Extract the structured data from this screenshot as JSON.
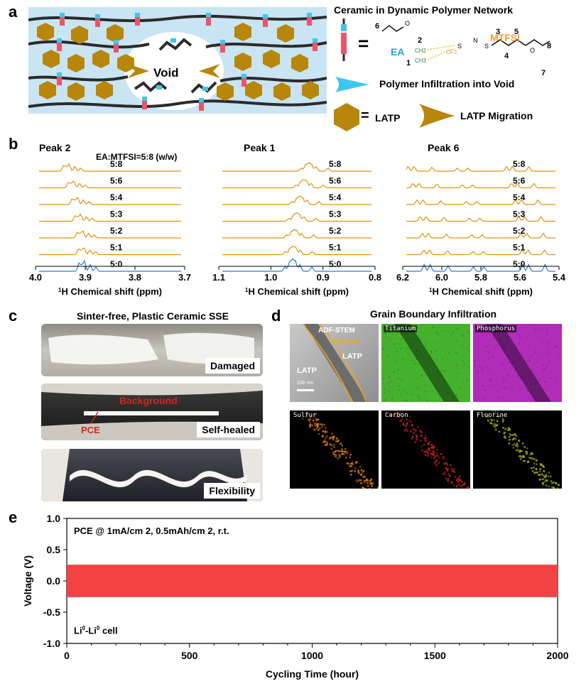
{
  "panels": {
    "a": {
      "label": "a",
      "void": "Void",
      "title": "Ceramic in Dynamic Polymer Network",
      "eq": "=",
      "ea": "EA",
      "mtfsi": "MTFSI",
      "atoms": {
        "n6": "6",
        "n2": "2",
        "n1": "1",
        "n3": "3",
        "n4": "4",
        "n5": "5",
        "n7": "7",
        "n8": "8",
        "ch2": "CH2",
        "ch3": "CH3",
        "cf3": "CF3",
        "o": "O",
        "s": "S",
        "n": "N"
      },
      "legend_infiltration": "Polymer Infiltration into Void",
      "legend_latp": "LATP",
      "legend_migration": "LATP Migration"
    },
    "b": {
      "label": "b",
      "ratio_header": "EA:MTFSI=5:8 (w/w)",
      "ratios": [
        "5:8",
        "5:6",
        "5:4",
        "5:3",
        "5:2",
        "5:1",
        "5:0"
      ],
      "xlabel": "1H Chemical shift (ppm)",
      "xlabel_sup": "1",
      "xlabel_rest": "H Chemical shift (ppm)",
      "peaks": [
        {
          "name": "Peak 2",
          "ticks": [
            "4.0",
            "3.9",
            "3.8",
            "3.7"
          ]
        },
        {
          "name": "Peak 1",
          "ticks": [
            "1.1",
            "1.0",
            "0.9",
            "0.8"
          ]
        },
        {
          "name": "Peak 6",
          "ticks": [
            "6.2",
            "6.0",
            "5.8",
            "5.6",
            "5.4"
          ]
        }
      ]
    },
    "c": {
      "label": "c",
      "title": "Sinter-free, Plastic Ceramic SSE",
      "tags": [
        "Damaged",
        "Self-healed",
        "Flexibility"
      ],
      "annot_background": "Background",
      "annot_pce": "PCE"
    },
    "d": {
      "label": "d",
      "title": "Grain Boundary Infiltration",
      "stem": {
        "name": "ADF-STEM",
        "polymer": "Polymer",
        "latp_left": "LATP",
        "latp_right": "LATP",
        "scale": "100 nm"
      },
      "maps": [
        {
          "label": "Titanium",
          "color": "#45b12c",
          "band": "#1f5a16"
        },
        {
          "label": "Phosphorus",
          "color": "#b12cb8",
          "band": "#5a1660"
        },
        {
          "label": "Sulfur",
          "color": "#000000",
          "band": "#d9791d"
        },
        {
          "label": "Carbon",
          "color": "#000000",
          "band": "#b82020"
        },
        {
          "label": "Fluorine",
          "color": "#000000",
          "band": "#a5a81c"
        }
      ]
    },
    "e": {
      "label": "e",
      "annotation": "PCE @ 1mA/cm 2, 0.5mAh/cm 2, r.t.",
      "cell": "Li0-Li0 cell",
      "cell_a": "Li",
      "cell_sup": "0",
      "cell_mid": "-Li",
      "cell_sup2": "0",
      "cell_rest": " cell"
    }
  },
  "colors": {
    "latp": "#b8860b",
    "polymer": "#2b2b2b",
    "cyan": "#3fc6ea",
    "pink": "#e8566a",
    "spectra": "#e8900f",
    "spectra_base": "#2f7ed8",
    "cycling": "#f24444",
    "mtfsi": "#f39a3a",
    "ea": "#1aa4e0"
  },
  "chart_data": {
    "type": "line",
    "title": "",
    "xlabel": "Cycling Time (hour)",
    "ylabel": "Voltage (V)",
    "xlim": [
      0,
      2000
    ],
    "ylim": [
      -1.0,
      1.0
    ],
    "xticks": [
      0,
      500,
      1000,
      1500,
      2000
    ],
    "xtick_labels": [
      "0",
      "500",
      "1000",
      "1500",
      "2000"
    ],
    "yticks": [
      -1.0,
      -0.5,
      0.0,
      0.5,
      1.0
    ],
    "ytick_labels": [
      "-1.0",
      "-0.5",
      "0.0",
      "0.5",
      "1.0"
    ],
    "series": [
      {
        "x": [
          0,
          2000
        ],
        "upper": [
          0.26,
          0.26
        ],
        "lower": [
          -0.26,
          -0.26
        ]
      }
    ]
  }
}
